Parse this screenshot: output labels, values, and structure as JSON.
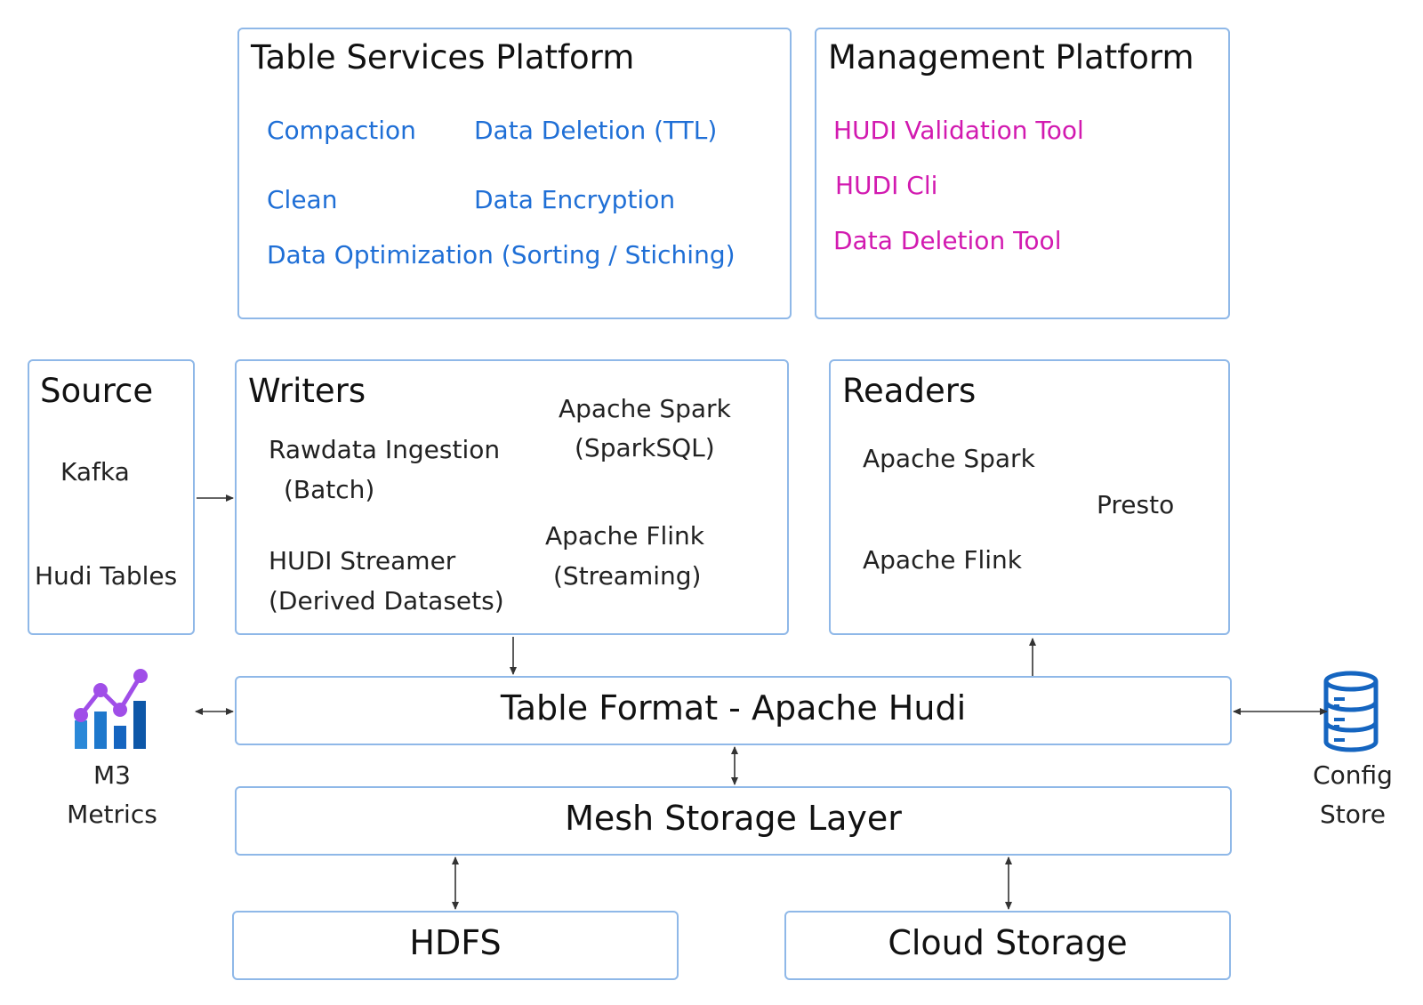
{
  "table_services": {
    "title": "Table Services Platform",
    "compaction": "Compaction",
    "data_deletion_ttl": "Data Deletion (TTL)",
    "clean": "Clean",
    "data_encryption": "Data Encryption",
    "data_optimization": "Data Optimization (Sorting / Stiching)"
  },
  "management": {
    "title": "Management Platform",
    "validation_tool": "HUDI Validation Tool",
    "cli": "HUDI Cli",
    "deletion_tool": "Data Deletion Tool"
  },
  "source": {
    "title": "Source",
    "kafka": "Kafka",
    "hudi_tables": "Hudi Tables"
  },
  "writers": {
    "title": "Writers",
    "rawdata_line1": "Rawdata Ingestion",
    "rawdata_line2": "(Batch)",
    "streamer_line1": "HUDI Streamer",
    "streamer_line2": "(Derived Datasets)",
    "spark_line1": "Apache Spark",
    "spark_line2": "(SparkSQL)",
    "flink_line1": "Apache Flink",
    "flink_line2": "(Streaming)"
  },
  "readers": {
    "title": "Readers",
    "spark": "Apache Spark",
    "presto": "Presto",
    "flink": "Apache Flink"
  },
  "table_format": {
    "label": "Table Format - Apache Hudi"
  },
  "mesh_storage": {
    "label": "Mesh Storage Layer"
  },
  "hdfs": {
    "label": "HDFS"
  },
  "cloud_storage": {
    "label": "Cloud Storage"
  },
  "metrics": {
    "line1": "M3",
    "line2": "Metrics",
    "icon": "bar-line-chart-icon"
  },
  "config_store": {
    "line1": "Config",
    "line2": "Store",
    "icon": "database-icon"
  },
  "colors": {
    "border": "#8fb8e8",
    "blue_text": "#1f6fd6",
    "pink_text": "#d21ab0",
    "icon_blue": "#1565c0",
    "icon_purple": "#a04ee8"
  }
}
